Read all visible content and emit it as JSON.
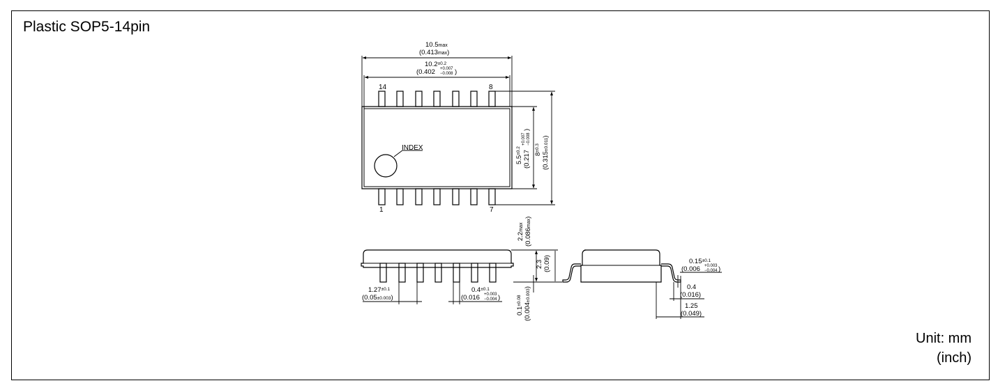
{
  "title": "Plastic SOP5-14pin",
  "unit": {
    "line1": "Unit: mm",
    "line2": "(inch)"
  },
  "top_view": {
    "pin_first_top": "14",
    "pin_last_top": "8",
    "pin_first_bottom": "1",
    "pin_last_bottom": "7",
    "index_label": "INDEX",
    "overall_width": {
      "main": "10.5",
      "sup": "max",
      "inch": "(0.413",
      "inch_sup": "max",
      "inch_end": ")"
    },
    "body_width": {
      "main": "10.2",
      "tol": "±0.2",
      "inch": "(0.402",
      "tol_up": "+0.007",
      "tol_dn": "−0.008",
      "inch_end": ")"
    },
    "body_height": {
      "main": "5.5",
      "tol": "±0.2",
      "inch": "(0.217",
      "tol_up": "+0.007",
      "tol_dn": "−0.008",
      "inch_end": ")"
    },
    "overall_height": {
      "main": "8",
      "tol": "±0.3",
      "inch": "(0.315",
      "tol2": "±0.011",
      "inch_end": ")"
    }
  },
  "side_view": {
    "max_height": {
      "main": "2.2",
      "sup": "max",
      "inch": "(0.086",
      "inch_sup": "max",
      "inch_end": ")"
    },
    "body_thickness": {
      "main": "2.3",
      "inch": "(0.09)"
    },
    "pitch": {
      "main": "1.27",
      "tol": "±0.1",
      "inch": "(0.05",
      "tol2": "±0.003",
      "inch_end": ")"
    },
    "lead_width": {
      "main": "0.4",
      "tol": "±0.1",
      "inch": "(0.016",
      "tol_up": "+0.003",
      "tol_dn": "−0.004",
      "inch_end": ")"
    },
    "standoff": {
      "main": "0.1",
      "tol": "±0.08",
      "inch": "(0.004",
      "tol2": "±0.003",
      "inch_end": ")"
    }
  },
  "end_view": {
    "lead_thickness": {
      "main": "0.15",
      "tol": "±0.1",
      "inch": "(0.006",
      "tol_up": "+0.003",
      "tol_dn": "−0.004",
      "inch_end": ")"
    },
    "foot_length": {
      "main": "0.4",
      "inch": "(0.016)"
    },
    "lead_span": {
      "main": "1.25",
      "inch": "(0.049)"
    }
  }
}
